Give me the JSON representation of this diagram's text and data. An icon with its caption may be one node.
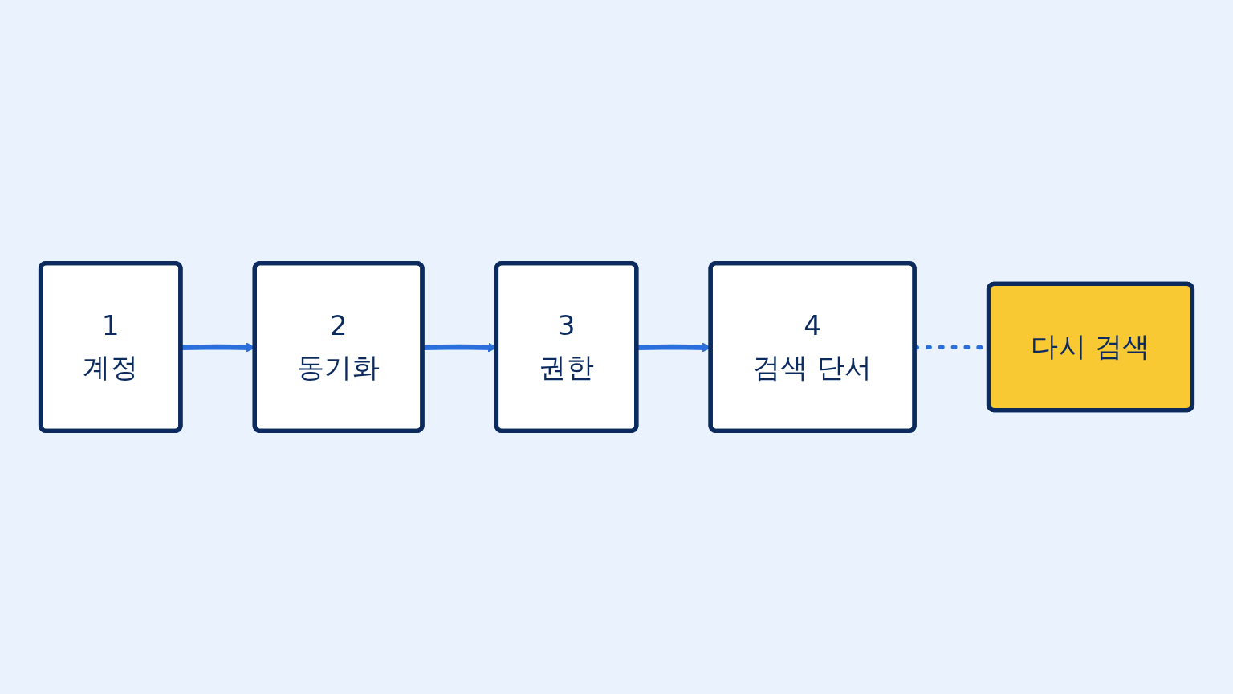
{
  "diagram": {
    "nodes": [
      {
        "text": [
          "1",
          "계정"
        ]
      },
      {
        "text": [
          "2",
          "동기화"
        ]
      },
      {
        "text": [
          "3",
          "권한"
        ]
      },
      {
        "text": [
          "4",
          "검색 단서"
        ]
      },
      {
        "text": [
          "다시 검색"
        ]
      }
    ],
    "edges": [
      {
        "from": 0,
        "to": 1,
        "arrow": "to"
      },
      {
        "from": 1,
        "to": 2,
        "arrow": "to"
      },
      {
        "from": 2,
        "to": 3,
        "arrow": "to"
      },
      {
        "from": 3,
        "to": 4,
        "arrow": "none",
        "style": "dashed"
      }
    ]
  }
}
